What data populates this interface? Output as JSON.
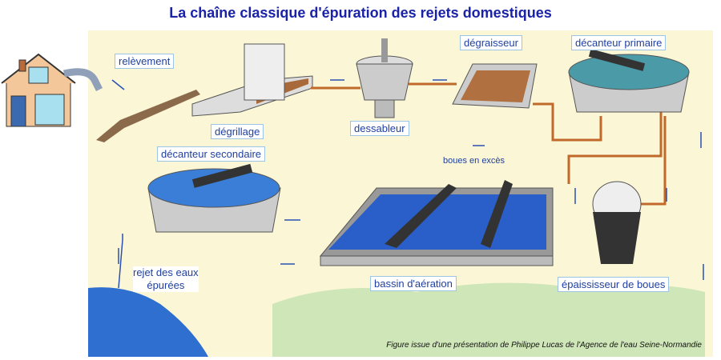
{
  "title": "La chaîne classique d'épuration des rejets domestiques",
  "labels": {
    "relevement": "relèvement",
    "degrillage": "dégrillage",
    "dessableur": "dessableur",
    "degraisseur": "dégraisseur",
    "decanteur_primaire": "décanteur primaire",
    "decanteur_secondaire": "décanteur secondaire",
    "boues_en_exces": "boues en excès",
    "bassin_aeration": "bassin d'aération",
    "rejet_line1": "rejet des eaux",
    "rejet_line2": "épurées",
    "epaississeur": "épaississeur de boues"
  },
  "caption": "Figure issue d'une présentation de Philippe Lucas de l'Agence de l'eau Seine-Normandie",
  "colors": {
    "title": "#1a22a8",
    "label_text": "#2040a0",
    "pipe": "#c0692a",
    "background": "#fbf6d6"
  }
}
